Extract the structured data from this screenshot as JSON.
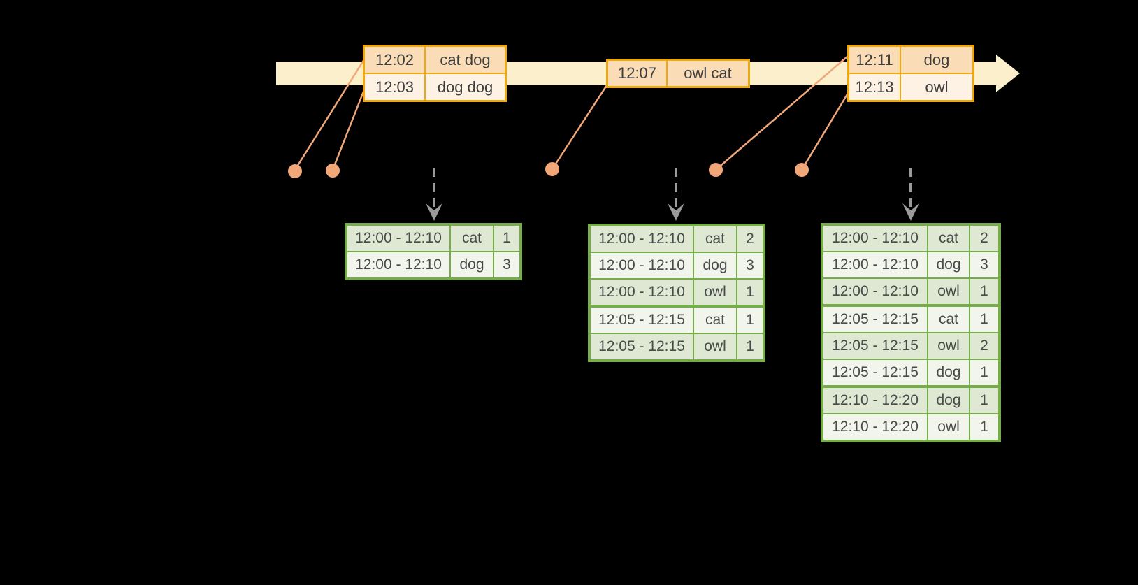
{
  "colors": {
    "background": "#000000",
    "band": "#FBF0CB",
    "gold": "#F0A80D",
    "peach": "#FADCB6",
    "cream": "#FDF2E4",
    "salmon": "#F2A779",
    "arrow_gray": "#9B9B9B",
    "green": "#76AC49",
    "row_dark": "#DEE8D3",
    "row_light": "#F1F5EB",
    "text_event": "#3E3E3E",
    "text_result": "#4A4A4A"
  },
  "event_tables": [
    {
      "rows": [
        {
          "time": "12:02",
          "data": "cat dog"
        },
        {
          "time": "12:03",
          "data": "dog dog"
        }
      ]
    },
    {
      "rows": [
        {
          "time": "12:07",
          "data": "owl cat"
        }
      ]
    },
    {
      "rows": [
        {
          "time": "12:11",
          "data": "dog"
        },
        {
          "time": "12:13",
          "data": "owl"
        }
      ]
    }
  ],
  "result_tables": [
    {
      "group_breaks": [],
      "rows": [
        {
          "window": "12:00 - 12:10",
          "word": "cat",
          "count": "1"
        },
        {
          "window": "12:00 - 12:10",
          "word": "dog",
          "count": "3"
        }
      ]
    },
    {
      "group_breaks": [
        3
      ],
      "rows": [
        {
          "window": "12:00 - 12:10",
          "word": "cat",
          "count": "2"
        },
        {
          "window": "12:00 - 12:10",
          "word": "dog",
          "count": "3"
        },
        {
          "window": "12:00 - 12:10",
          "word": "owl",
          "count": "1"
        },
        {
          "window": "12:05 - 12:15",
          "word": "cat",
          "count": "1"
        },
        {
          "window": "12:05 - 12:15",
          "word": "owl",
          "count": "1"
        }
      ]
    },
    {
      "group_breaks": [
        3,
        6
      ],
      "rows": [
        {
          "window": "12:00 - 12:10",
          "word": "cat",
          "count": "2"
        },
        {
          "window": "12:00 - 12:10",
          "word": "dog",
          "count": "3"
        },
        {
          "window": "12:00 - 12:10",
          "word": "owl",
          "count": "1"
        },
        {
          "window": "12:05 - 12:15",
          "word": "cat",
          "count": "1"
        },
        {
          "window": "12:05 - 12:15",
          "word": "owl",
          "count": "2"
        },
        {
          "window": "12:05 - 12:15",
          "word": "dog",
          "count": "1"
        },
        {
          "window": "12:10 - 12:20",
          "word": "dog",
          "count": "1"
        },
        {
          "window": "12:10 - 12:20",
          "word": "owl",
          "count": "1"
        }
      ]
    }
  ]
}
